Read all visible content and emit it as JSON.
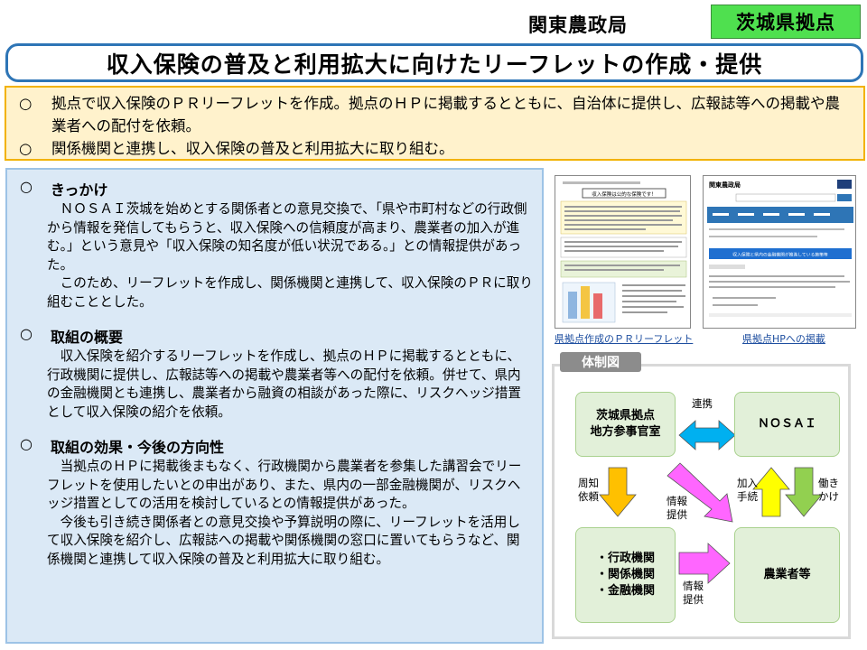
{
  "header": {
    "agency": "関東農政局",
    "badge": "茨城県拠点",
    "title": "収入保険の普及と利用拡大に向けたリーフレットの作成・提供"
  },
  "summary": {
    "mark": "○",
    "items": [
      "拠点で収入保険のＰＲリーフレットを作成。拠点のＨＰに掲載するとともに、自治体に提供し、広報誌等への掲載や農業者への配付を依頼。",
      "関係機関と連携し、収入保険の普及と利用拡大に取り組む。"
    ]
  },
  "sections": [
    {
      "heading": "きっかけ",
      "paragraphs": [
        "ＮＯＳＡＩ茨城を始めとする関係者との意見交換で、「県や市町村などの行政側から情報を発信してもらうと、収入保険への信頼度が高まり、農業者の加入が進む。」という意見や「収入保険の知名度が低い状況である。」との情報提供があった。",
        "このため、リーフレットを作成し、関係機関と連携して、収入保険のＰＲに取り組むこととした。"
      ]
    },
    {
      "heading": "取組の概要",
      "paragraphs": [
        "収入保険を紹介するリーフレットを作成し、拠点のＨＰに掲載するとともに、行政機関に提供し、広報誌等への掲載や農業者等への配付を依頼。併せて、県内の金融機関とも連携し、農業者から融資の相談があった際に、リスクヘッジ措置として収入保険の紹介を依頼。"
      ]
    },
    {
      "heading": "取組の効果・今後の方向性",
      "paragraphs": [
        "当拠点のＨＰに掲載後まもなく、行政機関から農業者を参集した講習会でリーフレットを使用したいとの申出があり、また、県内の一部金融機関が、リスクヘッジ措置としての活用を検討しているとの情報提供があった。",
        "今後も引き続き関係者との意見交換や予算説明の際に、リーフレットを活用して収入保険を紹介し、広報誌への掲載や関係機関の窓口に置いてもらうなど、関係機関と連携して収入保険の普及と利用拡大に取り組む。"
      ]
    }
  ],
  "images": {
    "leaflet_caption": "県拠点作成のＰＲリーフレット",
    "hp_caption": "県拠点HPへの掲載",
    "leaflet_banner": "収入保険は公的な保険です！",
    "hp_site_title": "関東農政局",
    "hp_banner": "収入保険と県内の金融機関が推進している施策等"
  },
  "diagram": {
    "label": "体制図",
    "nodes": {
      "ibaraki": "茨城県拠点\n地方参事官室",
      "nosai": "ＮＯＳＡＩ",
      "agencies": [
        "・行政機関",
        "・関係機関",
        "・金融機関"
      ],
      "farmers": "農業者等"
    },
    "arrow_labels": {
      "renkei": "連携",
      "shuchi": "周知\n依頼",
      "joho1": "情報\n提供",
      "kanyu": "加入\n手続",
      "hataraki": "働き\nかけ",
      "joho2": "情報\n提供"
    },
    "colors": {
      "renkei": "#00b0f0",
      "shuchi": "#ffc000",
      "joho": "#ff66ff",
      "kanyu": "#ffff00",
      "hataraki": "#92d050"
    }
  }
}
